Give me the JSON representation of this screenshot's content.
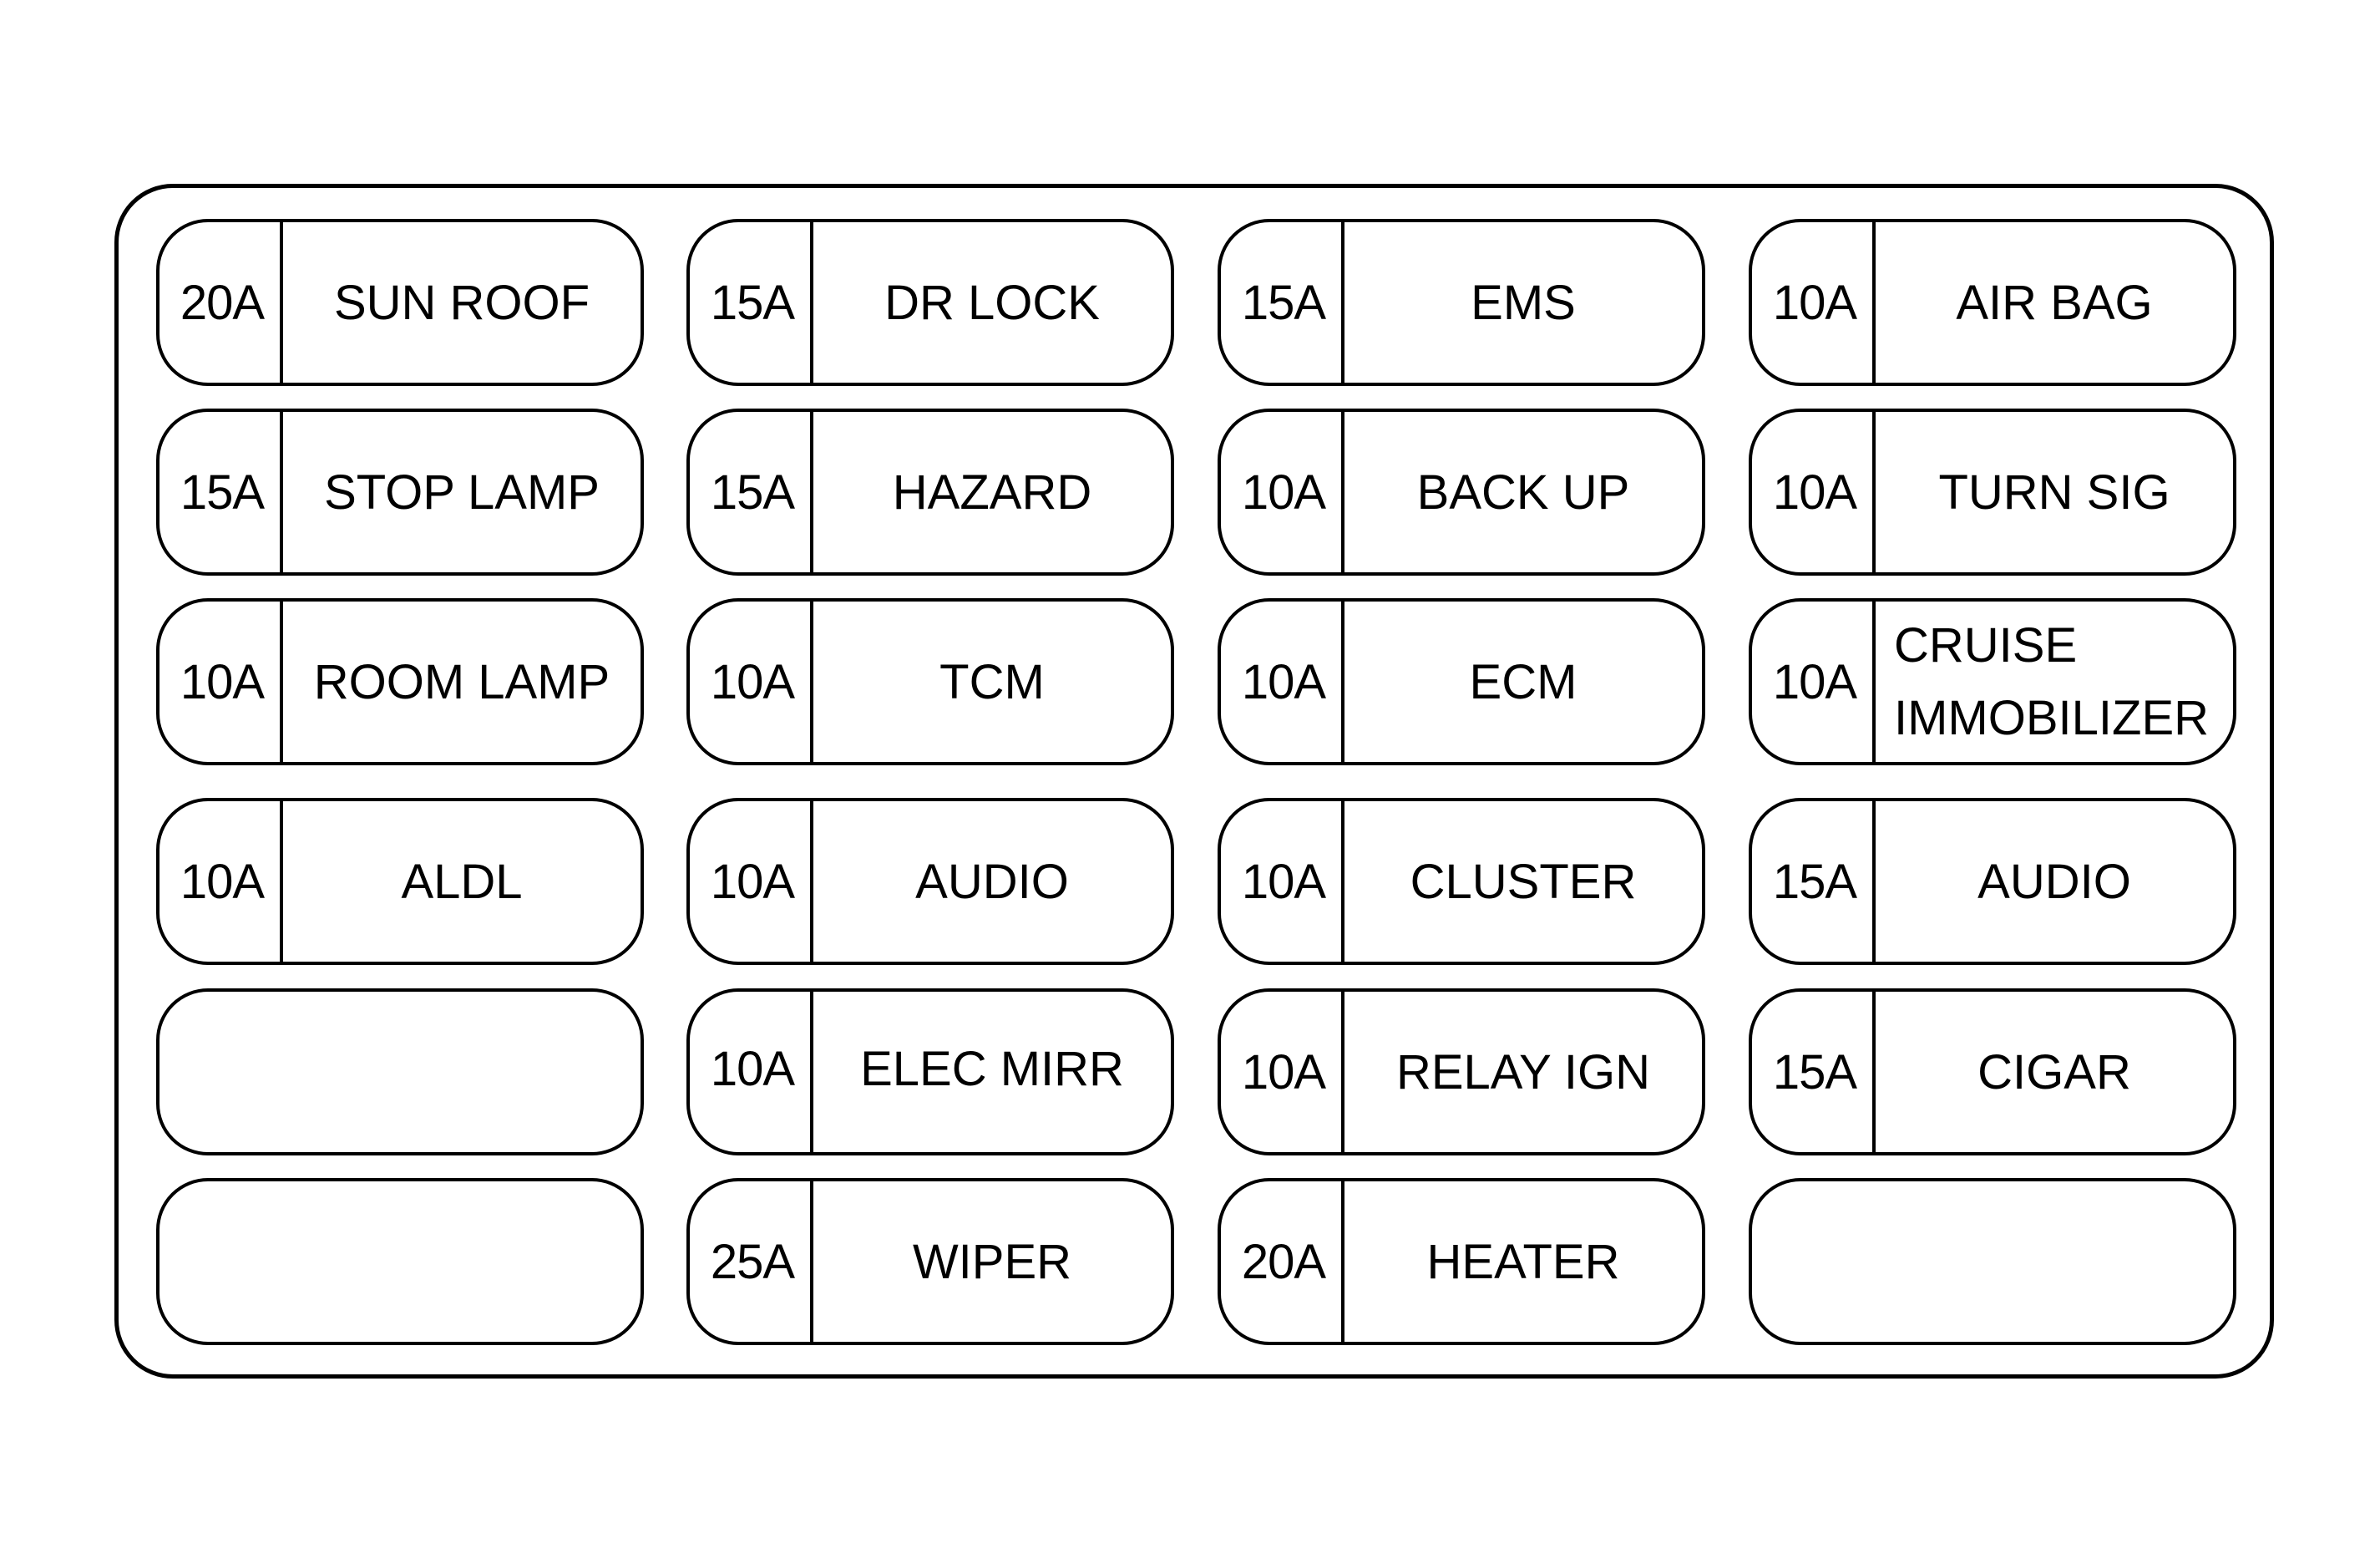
{
  "fuse_panel": {
    "columns": [
      [
        {
          "amp": "20A",
          "name": "SUN ROOF"
        },
        {
          "amp": "15A",
          "name": "STOP LAMP"
        },
        {
          "amp": "10A",
          "name": "ROOM LAMP"
        },
        {
          "amp": "10A",
          "name": "ALDL"
        },
        {
          "amp": "",
          "name": ""
        },
        {
          "amp": "",
          "name": ""
        }
      ],
      [
        {
          "amp": "15A",
          "name": "DR LOCK"
        },
        {
          "amp": "15A",
          "name": "HAZARD"
        },
        {
          "amp": "10A",
          "name": "TCM"
        },
        {
          "amp": "10A",
          "name": "AUDIO"
        },
        {
          "amp": "10A",
          "name": "ELEC MIRR"
        },
        {
          "amp": "25A",
          "name": "WIPER"
        }
      ],
      [
        {
          "amp": "15A",
          "name": "EMS"
        },
        {
          "amp": "10A",
          "name": "BACK UP"
        },
        {
          "amp": "10A",
          "name": "ECM"
        },
        {
          "amp": "10A",
          "name": "CLUSTER"
        },
        {
          "amp": "10A",
          "name": "RELAY IGN"
        },
        {
          "amp": "20A",
          "name": "HEATER"
        }
      ],
      [
        {
          "amp": "10A",
          "name": "AIR BAG"
        },
        {
          "amp": "10A",
          "name": "TURN SIG"
        },
        {
          "amp": "10A",
          "name": "CRUISE",
          "name_line2": "IMMOBILIZER"
        },
        {
          "amp": "15A",
          "name": "AUDIO"
        },
        {
          "amp": "15A",
          "name": "CIGAR"
        },
        {
          "amp": "",
          "name": ""
        }
      ]
    ]
  }
}
